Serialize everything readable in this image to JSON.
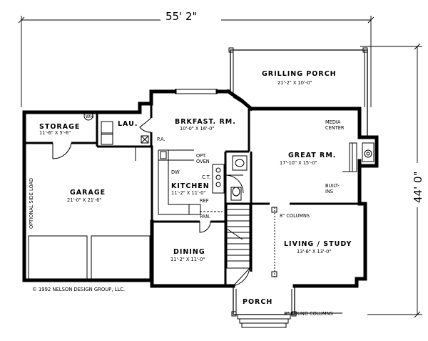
{
  "dimensions": {
    "overall_width": "55' 2\"",
    "overall_depth": "44' 0\""
  },
  "rooms": {
    "grilling_porch": {
      "name": "GRILLING PORCH",
      "size": "21'-2\" X 10'-0\""
    },
    "storage": {
      "name": "STORAGE",
      "size": "11'-6\" X 5'-6\""
    },
    "laundry": {
      "name": "LAU."
    },
    "breakfast": {
      "name": "BRKFAST. RM.",
      "size": "10'-0\" X 16'-0\""
    },
    "great_room": {
      "name": "GREAT RM.",
      "size": "17'-10\" X 15'-0\""
    },
    "garage": {
      "name": "GARAGE",
      "size": "21'-0\" X 21'-6\""
    },
    "kitchen": {
      "name": "KITCHEN",
      "size": "11'-2\" X 11'-0\""
    },
    "dining": {
      "name": "DINING",
      "size": "11'-2\" X 11'-0\""
    },
    "living_study": {
      "name": "LIVING / STUDY",
      "size": "13'-6\" X 13'-0\""
    },
    "porch": {
      "name": "PORCH"
    }
  },
  "notes": {
    "media_center_1": "MEDIA",
    "media_center_2": "CENTER",
    "built_ins_1": "BUILT-",
    "built_ins_2": "INS",
    "opt_oven_1": "OPT.",
    "opt_oven_2": "OVEN",
    "dw": "DW",
    "ct": "C.T.",
    "ref": "REF",
    "pan": "PAN.",
    "pa": "P.A.",
    "wh": "WH",
    "columns_8": "8\" COLUMNS",
    "round_columns": "8\" ROUND COLUMNS",
    "optional_side_load": "OPTIONAL SIDE LOAD"
  },
  "copyright": "© 1992 NELSON DESIGN GROUP, LLC."
}
